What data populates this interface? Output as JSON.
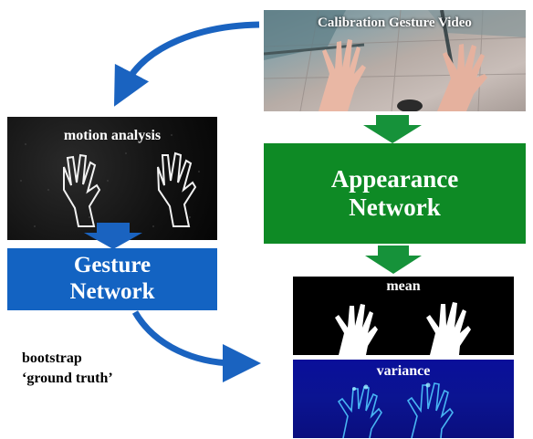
{
  "video_panel": {
    "label": "Calibration Gesture Video"
  },
  "motion_panel": {
    "label": "motion analysis"
  },
  "appearance_box": {
    "line1": "Appearance",
    "line2": "Network",
    "color": "#0e8a25"
  },
  "gesture_box": {
    "line1": "Gesture",
    "line2": "Network",
    "color": "#1363c2"
  },
  "mean_panel": {
    "label": "mean"
  },
  "variance_panel": {
    "label": "variance"
  },
  "bootstrap_note": {
    "line1": "bootstrap",
    "line2": "‘ground truth’"
  },
  "colors": {
    "blue_arrow": "#1a63c0",
    "green_arrow": "#16923a"
  }
}
